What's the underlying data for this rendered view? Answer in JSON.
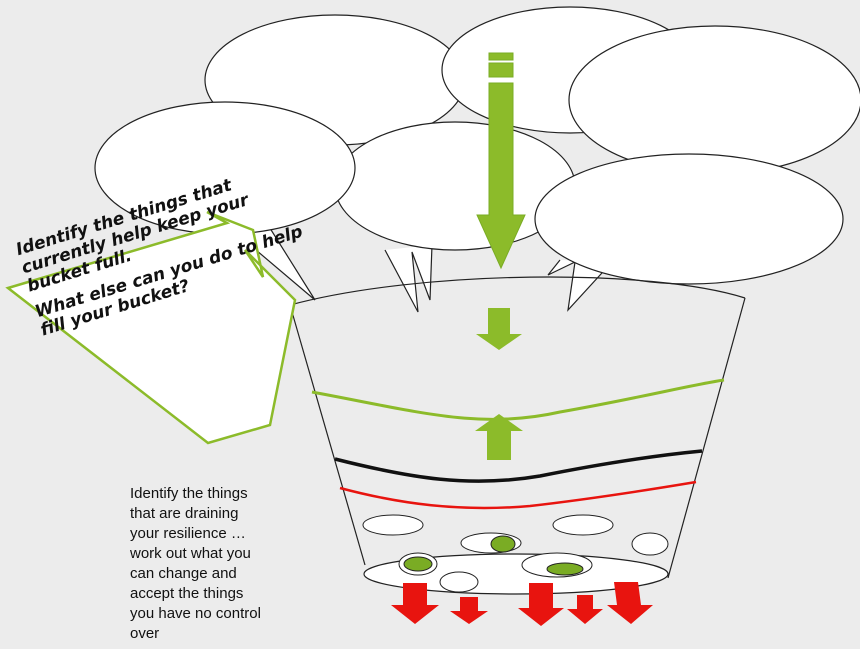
{
  "callout": {
    "line1": "Identify the things that currently help keep your bucket full.",
    "line2": "What else can you do to help fill your bucket?"
  },
  "drain_note": "Identify the things\nthat are draining\nyour resilience …\nwork out what you\ncan change and\naccept the things\nyou have no control\nover",
  "colors": {
    "background": "#ececec",
    "green": "#8cbb2a",
    "green_border": "#7aac24",
    "red": "#e8140f",
    "black": "#111111",
    "outline": "#222222"
  }
}
